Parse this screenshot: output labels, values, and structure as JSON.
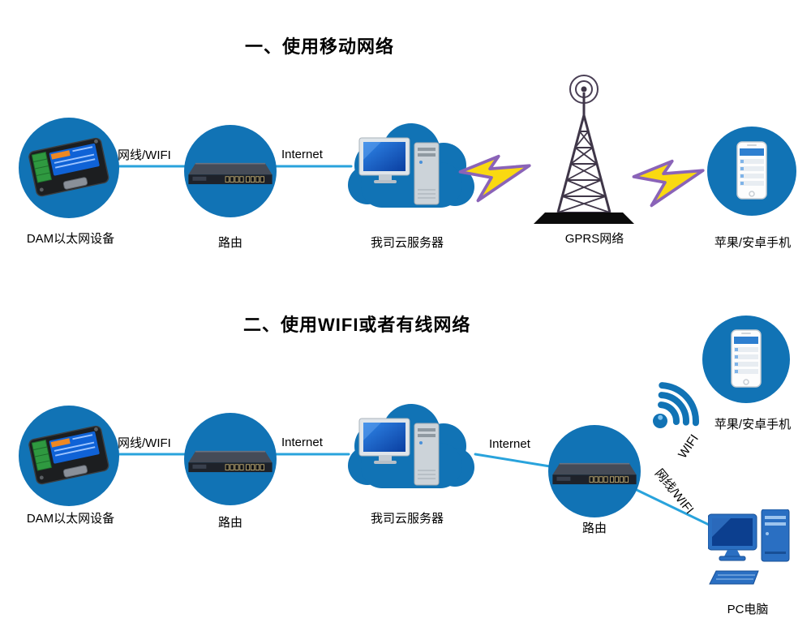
{
  "page": {
    "background": "#ffffff"
  },
  "colors": {
    "node_blue": "#1173b5",
    "line_blue": "#29a3dc",
    "lightning_yellow": "#f9d911",
    "lightning_outline": "#8a63b8",
    "tower_dark": "#3f3648",
    "text": "#000000"
  },
  "section1": {
    "title": "一、使用移动网络",
    "labels": {
      "dam": "DAM以太网设备",
      "router": "路由",
      "cloud": "我司云服务器",
      "gprs": "GPRS网络",
      "phone": "苹果/安卓手机"
    },
    "links": {
      "dam_router": "网线/WIFI",
      "router_cloud": "Internet"
    }
  },
  "section2": {
    "title": "二、使用WIFI或者有线网络",
    "labels": {
      "dam": "DAM以太网设备",
      "router": "路由",
      "cloud": "我司云服务器",
      "router2": "路由",
      "phone": "苹果/安卓手机",
      "pc": "PC电脑"
    },
    "links": {
      "dam_router": "网线/WIFI",
      "router_cloud": "Internet",
      "cloud_router2": "Internet",
      "router2_phone": "WIFI",
      "router2_pc": "网线/WIFI"
    }
  }
}
